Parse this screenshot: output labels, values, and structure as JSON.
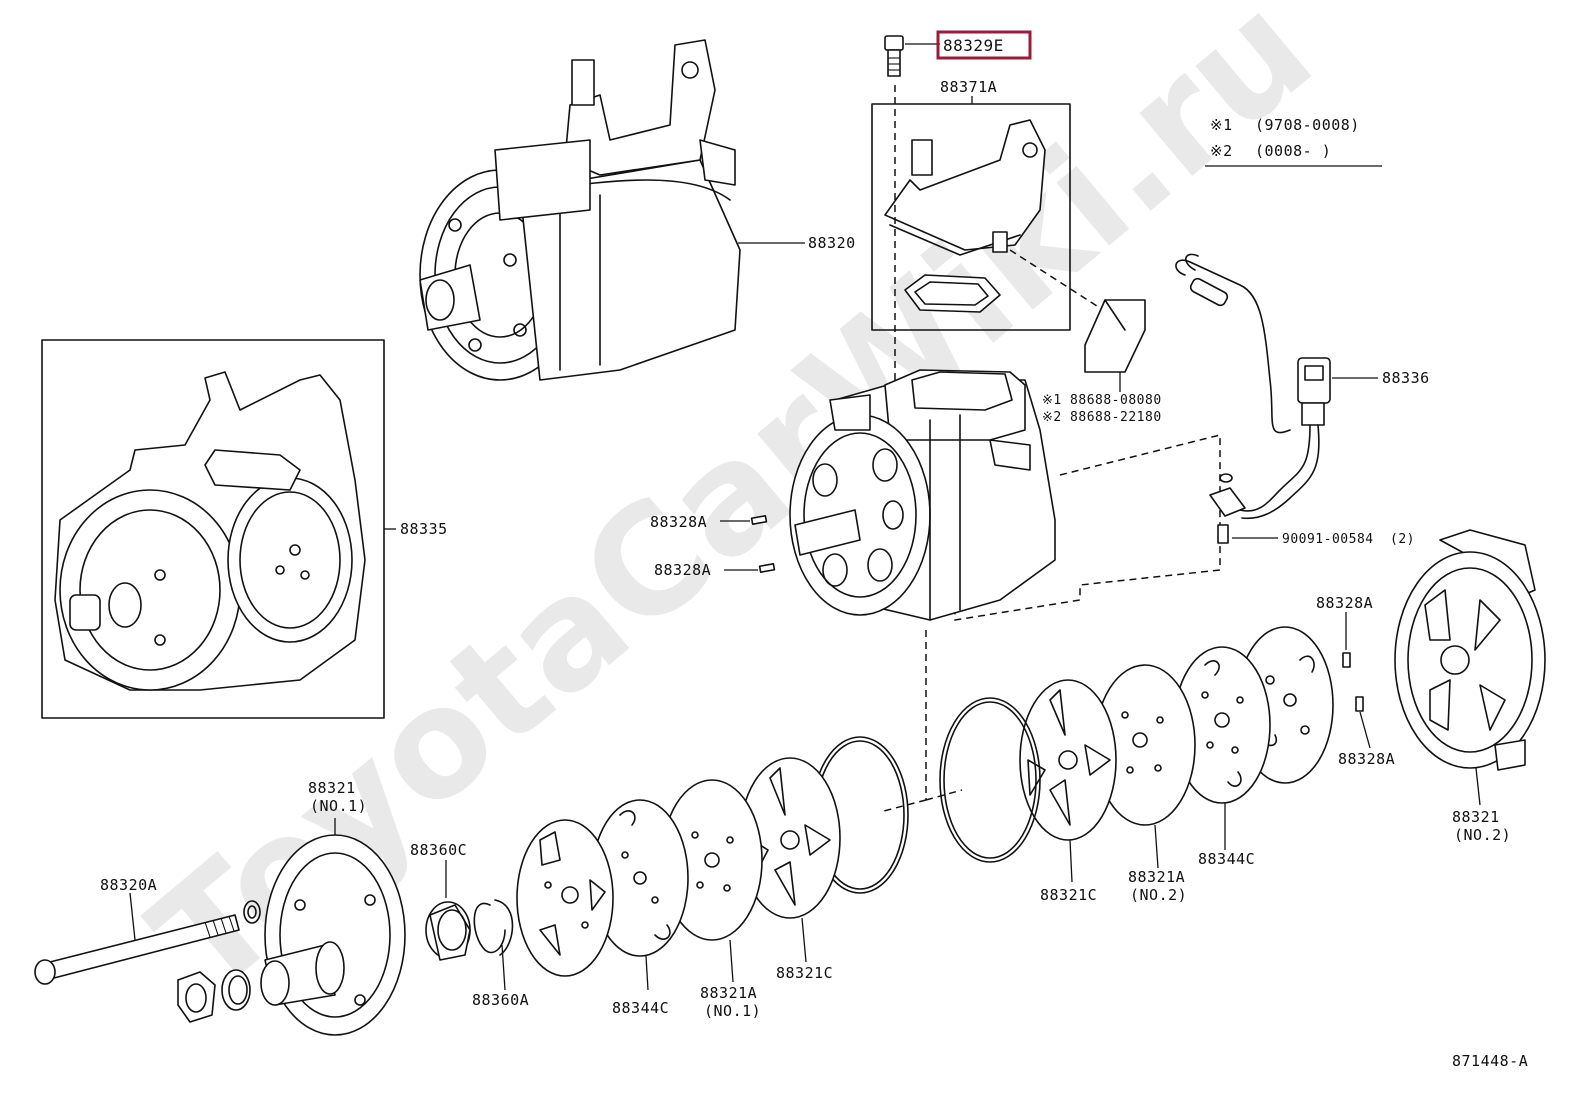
{
  "watermark": "ToyotaCarWiki.ru",
  "highlight_color": "#9b1b3a",
  "legend": {
    "line1_mark": "※1",
    "line1_range": "(9708-0008)",
    "line2_mark": "※2",
    "line2_range": "(0008-      )"
  },
  "diagram_id": "871448-A",
  "parts": {
    "p88329E": "88329E",
    "p88371A": "88371A",
    "p88320": "88320",
    "p88336": "88336",
    "p88688_1": "※1 88688-08080",
    "p88688_2": "※2 88688-22180",
    "p88335": "88335",
    "p88328A_1": "88328A",
    "p88328A_2": "88328A",
    "p88328A_3": "88328A",
    "p88328A_4": "88328A",
    "p90091": "90091-00584",
    "p90091_qty": "(2)",
    "p88321_no1": "88321",
    "p88321_no1_sub": "(NO.1)",
    "p88321_no2": "88321",
    "p88321_no2_sub": "(NO.2)",
    "p88320A": "88320A",
    "p88360C": "88360C",
    "p88360A": "88360A",
    "p88344C_1": "88344C",
    "p88344C_2": "88344C",
    "p88321A_1": "88321A",
    "p88321A_1_sub": "(NO.1)",
    "p88321A_2": "88321A",
    "p88321A_2_sub": "(NO.2)",
    "p88321C_1": "88321C",
    "p88321C_2": "88321C"
  }
}
